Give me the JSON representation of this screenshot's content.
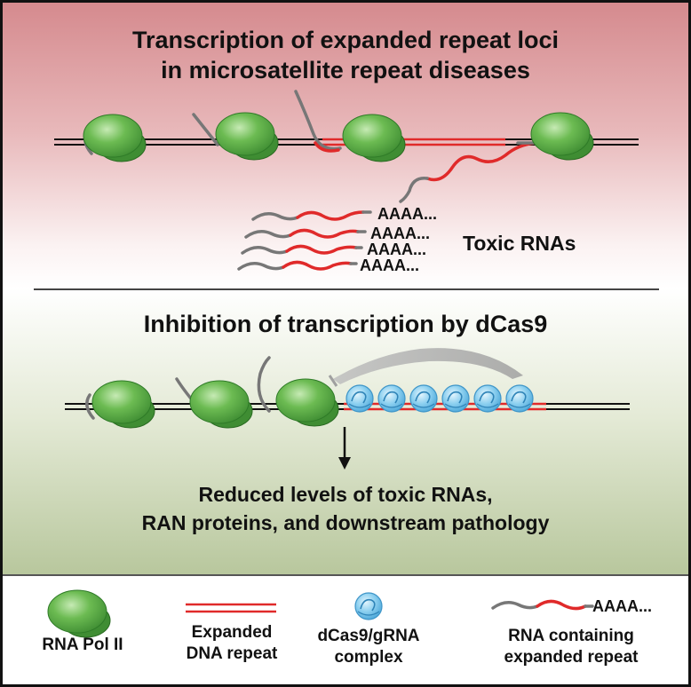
{
  "panel_top": {
    "title_line1": "Transcription of expanded repeat loci",
    "title_line2": "in microsatellite repeat diseases",
    "polya": [
      "AAAA...",
      "AAAA...",
      "AAAA...",
      "AAAA..."
    ],
    "toxic_label": "Toxic RNAs"
  },
  "panel_mid": {
    "title": "Inhibition of transcription by dCas9",
    "result_line1": "Reduced levels of toxic RNAs,",
    "result_line2": "RAN proteins, and downstream pathology"
  },
  "legend": {
    "pol2": "RNA Pol II",
    "repeat_line1": "Expanded",
    "repeat_line2": "DNA repeat",
    "dcas9_line1": "dCas9/gRNA",
    "dcas9_line2": "complex",
    "rna_line1": "RNA containing",
    "rna_line2": "expanded repeat",
    "rna_polya": "AAAA..."
  },
  "colors": {
    "polymerase": "#5fb24a",
    "repeat": "#e02a2a",
    "dcas9": "#7cc6ec",
    "rna_gray": "#777777"
  }
}
